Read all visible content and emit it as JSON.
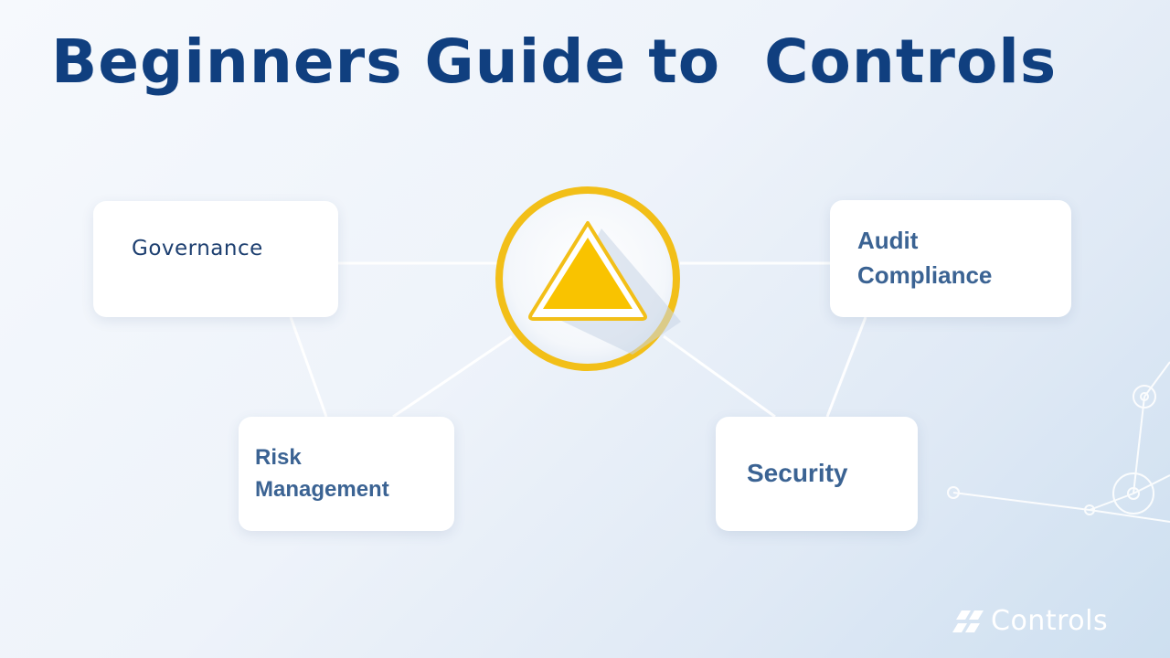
{
  "slide": {
    "title": "Beginners Guide to  Controls"
  },
  "nodes": {
    "governance": "Governance",
    "audit_compliance": "Audit\nCompliance",
    "risk_management": "Risk\nManagement",
    "security": "Security"
  },
  "hub": {
    "icon": "warning-triangle-icon",
    "ring_color": "#f2bf18",
    "fill_color": "#f9c300"
  },
  "brand": {
    "logo_text": "Controls",
    "logo_icon": "slanted-bars-icon"
  },
  "colors": {
    "title": "#103f7f",
    "node_text": "#3b6393",
    "connector": "#ffffff"
  }
}
